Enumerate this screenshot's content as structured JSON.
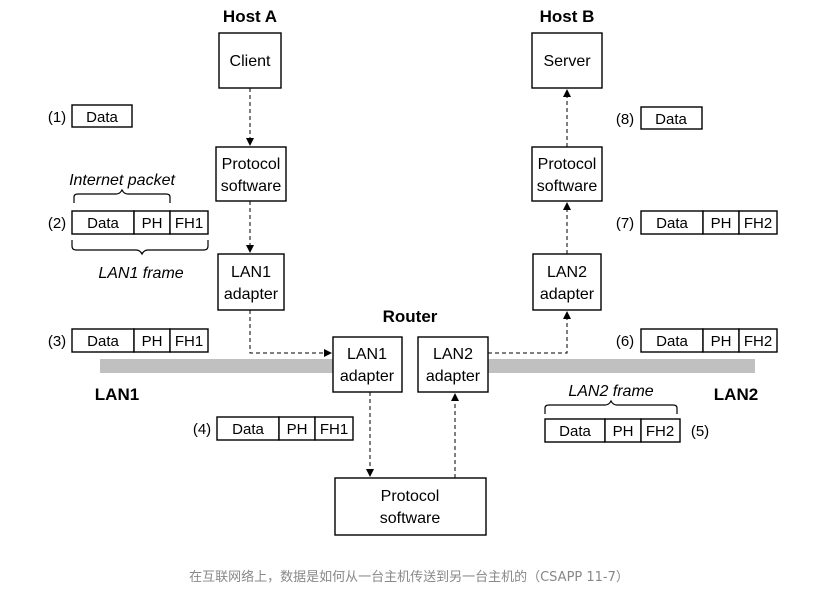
{
  "hosts": {
    "host_a": "Host A",
    "host_b": "Host B",
    "router": "Router"
  },
  "boxes": {
    "client": "Client",
    "server": "Server",
    "protocol_1": "Protocol",
    "protocol_2": "software",
    "lan1_adapter_1": "LAN1",
    "lan2_adapter_1": "LAN2",
    "adapter_2": "adapter"
  },
  "networks": {
    "lan1": "LAN1",
    "lan2": "LAN2"
  },
  "labels": {
    "internet_packet": "Internet packet",
    "lan1_frame": "LAN1 frame",
    "lan2_frame": "LAN2 frame"
  },
  "packet": {
    "data": "Data",
    "ph": "PH",
    "fh1": "FH1",
    "fh2": "FH2"
  },
  "steps": [
    "(1)",
    "(2)",
    "(3)",
    "(4)",
    "(5)",
    "(6)",
    "(7)",
    "(8)"
  ],
  "caption": "在互联网络上，数据是如何从一台主机传送到另一台主机的（CSAPP 11-7）",
  "colors": {
    "lan_bar": "#c0c0c0",
    "caption": "#888888"
  }
}
